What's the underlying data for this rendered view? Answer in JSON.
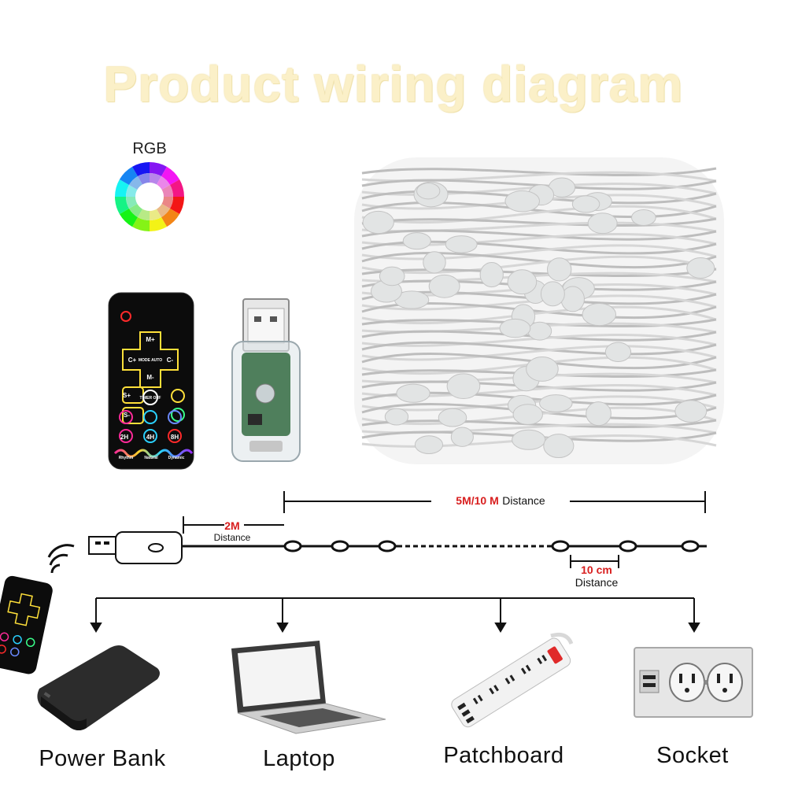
{
  "title": "Product wiring diagram",
  "rgb_label": "RGB",
  "cable": {
    "usb_to_lights": {
      "value": "2M",
      "label": "Distance"
    },
    "light_string": {
      "value": "5M/10 M",
      "label": "Distance"
    },
    "bulb_spacing": {
      "value": "10 cm",
      "label": "Distance"
    }
  },
  "remote_buttons": [
    "M+",
    "C+",
    "MODE AUTO",
    "C-",
    "S+",
    "M-",
    "S-",
    "TIMER OFF",
    "2H",
    "4H",
    "8H",
    "Rhythm",
    "Natural",
    "Dynamic"
  ],
  "power_sources": [
    {
      "label": "Power Bank",
      "icon": "power-bank-icon"
    },
    {
      "label": "Laptop",
      "icon": "laptop-icon"
    },
    {
      "label": "Patchboard",
      "icon": "power-strip-icon"
    },
    {
      "label": "Socket",
      "icon": "wall-socket-icon"
    }
  ],
  "colors": {
    "accent_red": "#d81e1e",
    "title_cream": "#fbf0c8"
  }
}
